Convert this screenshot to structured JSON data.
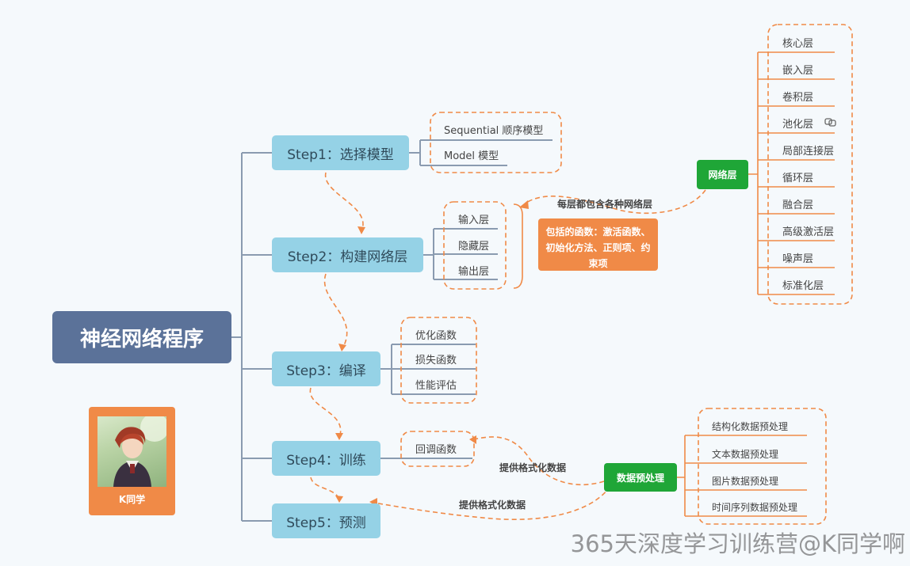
{
  "root": {
    "label": "神经网络程序"
  },
  "steps": [
    {
      "label": "Step1：选择模型"
    },
    {
      "label": "Step2：构建网络层"
    },
    {
      "label": "Step3：编译"
    },
    {
      "label": "Step4：训练"
    },
    {
      "label": "Step5：预测"
    }
  ],
  "step1_children": [
    "Sequential 顺序模型",
    "Model 模型"
  ],
  "step2_children": [
    "输入层",
    "隐藏层",
    "输出层"
  ],
  "step3_children": [
    "优化函数",
    "损失函数",
    "性能评估"
  ],
  "step4_children": [
    "回调函数"
  ],
  "network_layers": {
    "label": "网络层",
    "items": [
      "核心层",
      "嵌入层",
      "卷积层",
      "池化层",
      "局部连接层",
      "循环层",
      "融合层",
      "高级激活层",
      "噪声层",
      "标准化层"
    ]
  },
  "annotations": {
    "each_layer": "每层都包含各种网络层",
    "includes_functions": "包括的函数：激活函数、初始化方法、正则项、约束项",
    "provide_formatted_1": "提供格式化数据",
    "provide_formatted_2": "提供格式化数据"
  },
  "preprocessing": {
    "label": "数据预处理",
    "items": [
      "结构化数据预处理",
      "文本数据预处理",
      "图片数据预处理",
      "时间序列数据预处理"
    ]
  },
  "avatar": {
    "name": "K同学"
  },
  "watermark": "365天深度学习训练营@K同学啊",
  "colors": {
    "root": "#5b7299",
    "step": "#95d2e6",
    "accent_orange": "#f08a47",
    "green": "#1fa637",
    "connector": "#8a9bb0"
  }
}
